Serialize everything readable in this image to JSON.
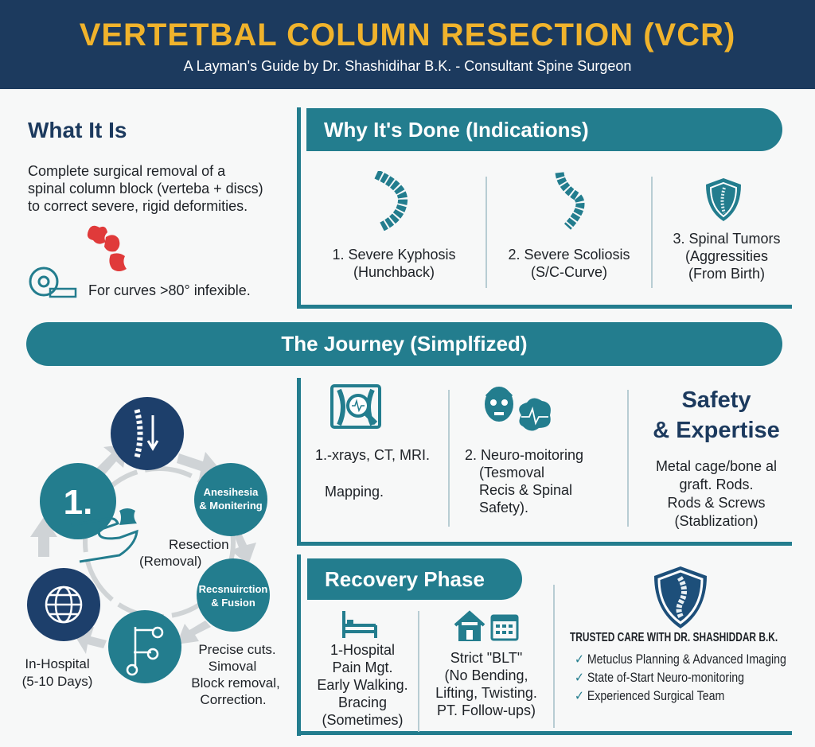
{
  "header": {
    "title": "VERTETBAL COLUMN RESECTION (VCR)",
    "subtitle": "A Layman's Guide by Dr. Shashidihar B.K. - Consultant Spine Surgeon"
  },
  "what_it_is": {
    "heading": "What It Is",
    "lines": [
      "Complete surgical removal of a",
      "spinal column block (verteba + discs)",
      "to correct severe, rigid deformities."
    ],
    "note": "For curves >80° infexible."
  },
  "indications": {
    "heading": "Why It's Done (Indications)",
    "items": [
      {
        "line1": "1. Severe Kyphosis",
        "line2": "(Hunchback)"
      },
      {
        "line1": "2. Severe Scoliosis",
        "line2": "(S/C-Curve)"
      },
      {
        "line1": "3. Spinal Tumors",
        "line2": "(Aggressities",
        "line3": "(From Birth)"
      }
    ]
  },
  "journey": {
    "heading": "The Journey (Simplfized)",
    "cycle": {
      "step1": "1.",
      "anesthesia1": "Anesihesia",
      "anesthesia2": "& Monitering",
      "recon1": "Recsnuirction",
      "recon2": "& Fusion",
      "center1": "Resection",
      "center2": "(Removal)",
      "hospital1": "In-Hospital",
      "hospital2": "(5-10 Days)",
      "cuts": [
        "Precise cuts.",
        "Simoval",
        "Block removal,",
        "Correction."
      ]
    },
    "steps": [
      {
        "line1": "1.-xrays, CT, MRI.",
        "line2": "Mapping."
      },
      {
        "lines": [
          "2. Neuro-moitoring",
          "(Tesmoval",
          "Recis & Spinal",
          "Safety)."
        ]
      }
    ],
    "safety": {
      "heading1": "Safety",
      "heading2": "& Expertise",
      "lines": [
        "Metal cage/bone al",
        "graft. Rods.",
        "Rods & Screws",
        "(Stablization)"
      ]
    }
  },
  "recovery": {
    "heading": "Recovery Phase",
    "col1": [
      "1-Hospital",
      "Pain Mgt.",
      "Early Walking.",
      "Bracing",
      "(Sometimes)"
    ],
    "col2": [
      "Strict \"BLT\"",
      "(No Bending,",
      "Lifting, Twisting.",
      "PT. Follow-ups)"
    ],
    "trusted": {
      "heading": "TRUSTED CARE WITH DR. SHASHIDDAR B.K.",
      "items": [
        "Metuclus Planning & Advanced Imaging",
        "State of-Start Neuro-monitoring",
        "Experienced Surgical Team"
      ]
    }
  },
  "colors": {
    "navy": "#1c3a5e",
    "gold": "#f0b32c",
    "teal": "#237d8e",
    "red": "#e03a3a"
  }
}
